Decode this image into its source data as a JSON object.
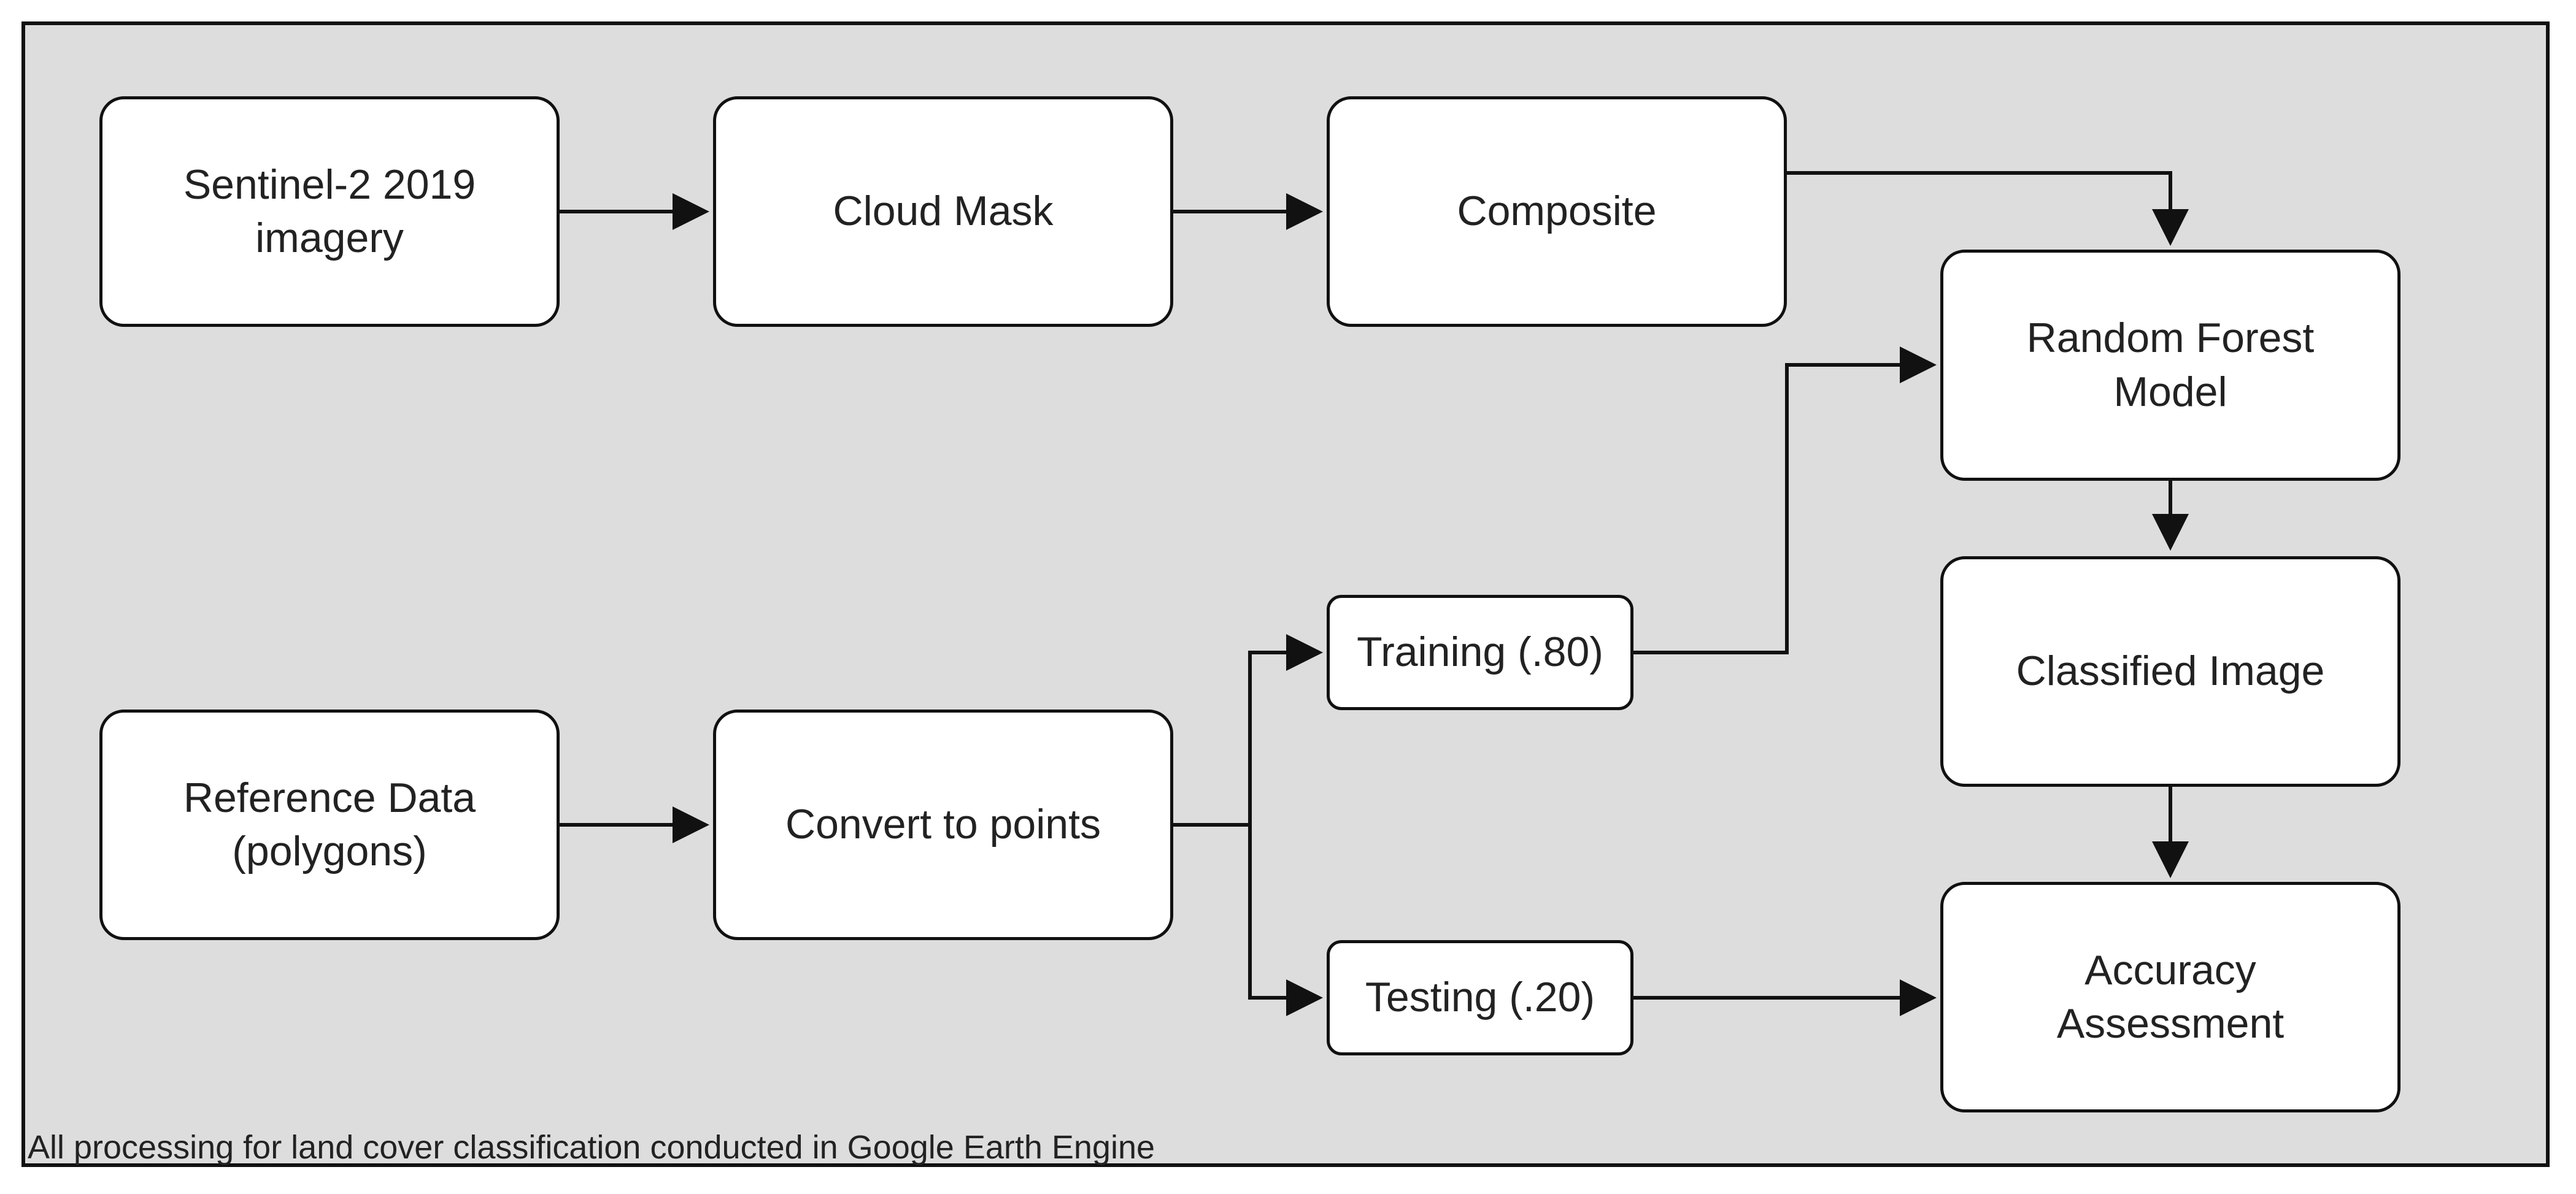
{
  "diagram": {
    "nodes": {
      "sentinel": {
        "line1": "Sentinel-2 2019",
        "line2": "imagery"
      },
      "cloud_mask": {
        "line1": "Cloud Mask"
      },
      "composite": {
        "line1": "Composite"
      },
      "random_forest": {
        "line1": "Random Forest",
        "line2": "Model"
      },
      "classified": {
        "line1": "Classified Image"
      },
      "accuracy": {
        "line1": "Accuracy",
        "line2": "Assessment"
      },
      "reference": {
        "line1": "Reference Data",
        "line2": "(polygons)"
      },
      "convert": {
        "line1": "Convert to points"
      },
      "training": {
        "line1": "Training (.80)"
      },
      "testing": {
        "line1": "Testing (.20)"
      }
    },
    "footnote": "All processing for land cover classification conducted in Google Earth Engine"
  },
  "colors": {
    "background": "#dddddd",
    "node_fill": "#ffffff",
    "stroke": "#111111",
    "text": "#222222"
  }
}
